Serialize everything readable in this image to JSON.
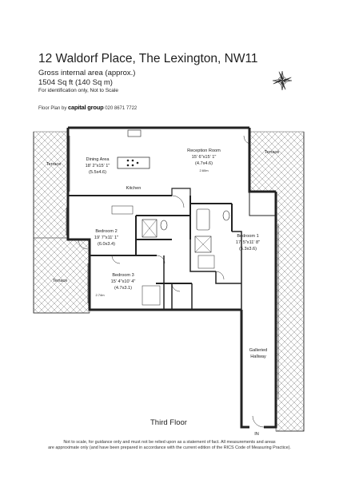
{
  "header": {
    "title": "12 Waldorf Place, The Lexington, NW11",
    "area_label": "Gross internal area (approx.)",
    "area_value": "1504 Sq ft (140 Sq m)",
    "disclaimer": "For identification only, Not to Scale"
  },
  "byline": {
    "prefix": "Floor Plan by",
    "brand": "capital group",
    "phone": "020 8671 7722"
  },
  "rooms": {
    "dining_name": "Dining Area",
    "dining_dim_imperial": "18' 2\"x15' 1\"",
    "dining_dim_metric": "(5.5x4.6)",
    "reception_name": "Reception Room",
    "reception_dim_imperial": "15' 6\"x15' 1\"",
    "reception_dim_metric": "(4.7x4.6)",
    "ceiling_height": "2.60m",
    "kitchen_name": "Kitchen",
    "bedroom2_name": "Bedroom 2",
    "bedroom2_dim_imperial": "19' 7\"x11' 1\"",
    "bedroom2_dim_metric": "(6.0x3.4)",
    "bedroom1_name": "Bedroom 1",
    "bedroom1_dim_imperial": "17' 5\"x11' 8\"",
    "bedroom1_dim_metric": "(5.3x3.6)",
    "bedroom3_name": "Bedroom 3",
    "bedroom3_dim_imperial": "15' 4\"x10' 4\"",
    "bedroom3_dim_metric": "(4.7x3.1)",
    "bedroom3_height": "2.74m",
    "galleried_line1": "Galleried",
    "galleried_line2": "Hallway",
    "terrace_left_top": "Terrace",
    "terrace_right": "Terrace",
    "terrace_left_bottom": "Terrace",
    "entrance": "IN"
  },
  "floor_label": "Third Floor",
  "footer": {
    "line1": "Not to scale, for guidance only and must not be relied upon as a statement of fact.  All measurements and areas",
    "line2": "are approximate only (and have been prepared in accordance with the current edition of the RICS Code of Measuring Practice)."
  },
  "icons": {
    "compass": "compass-rose-icon",
    "hob": "hob-icon",
    "bath": "bathtub-icon",
    "toilet": "toilet-icon"
  }
}
